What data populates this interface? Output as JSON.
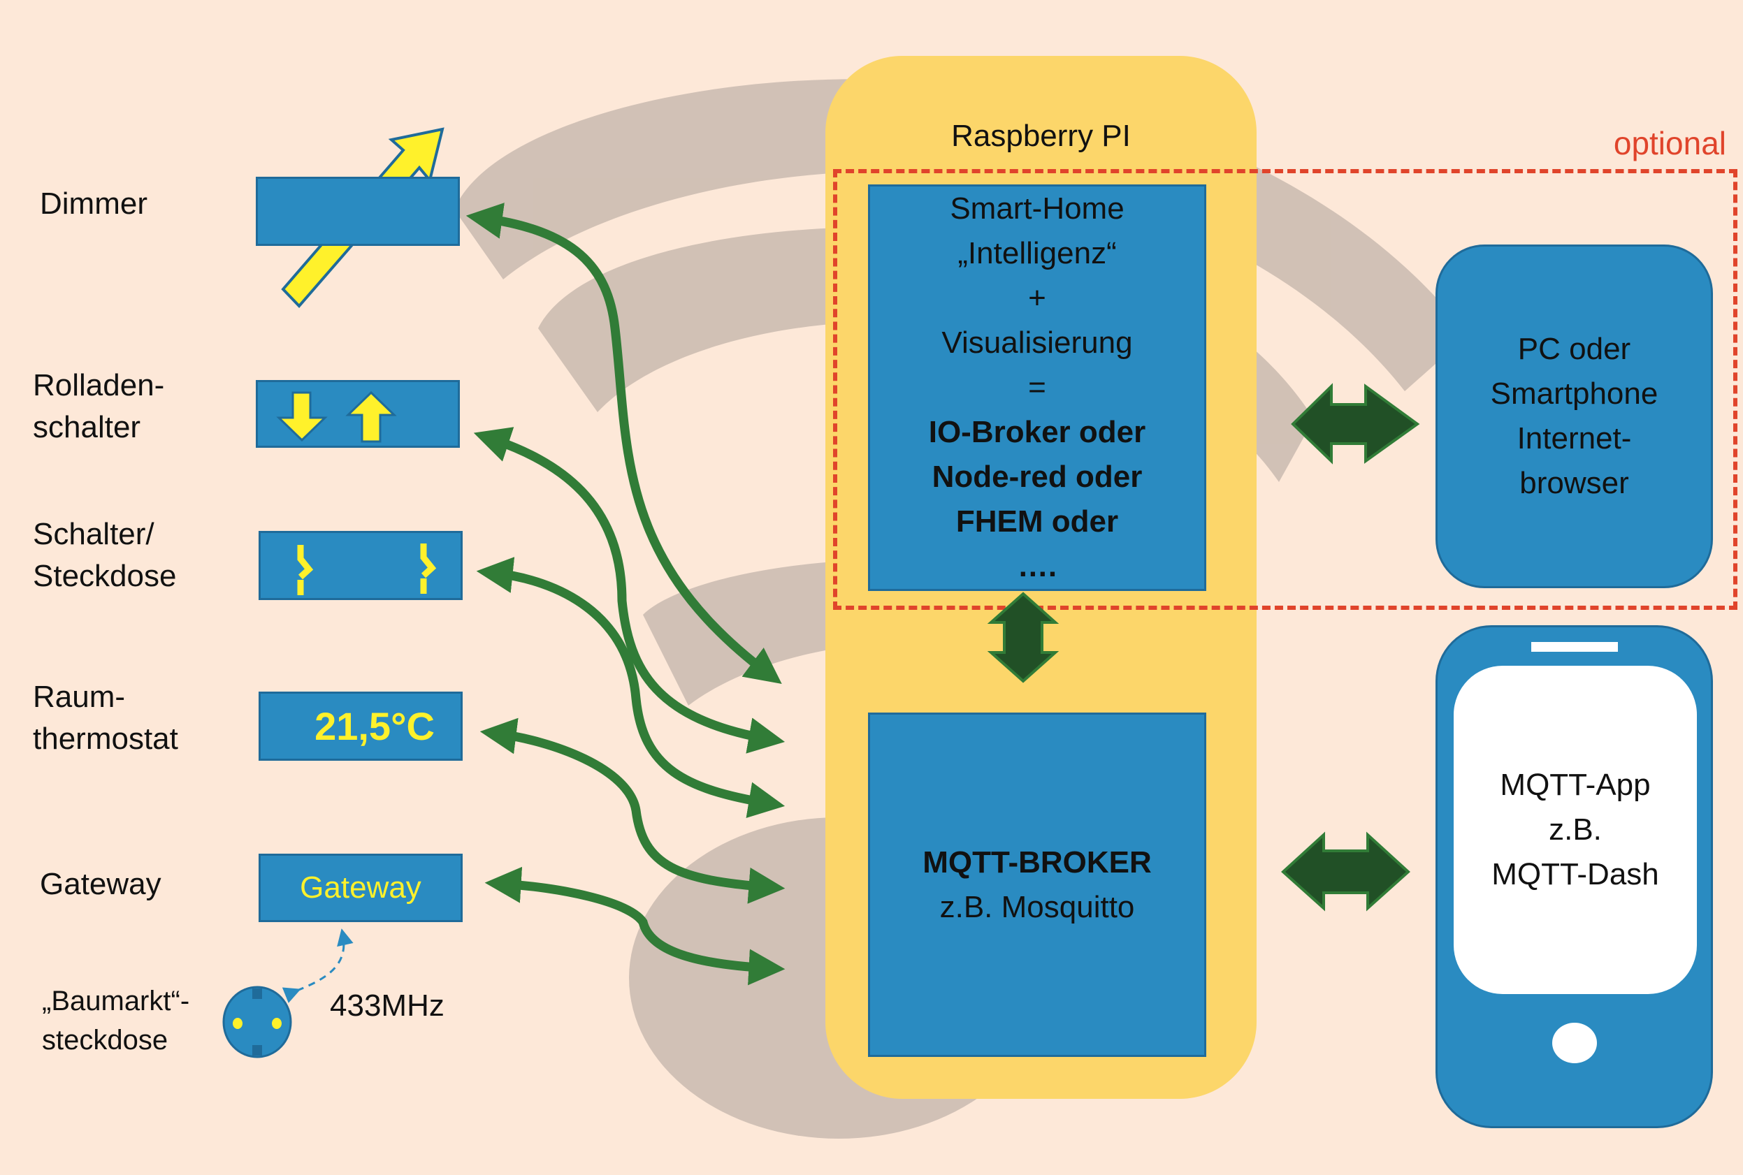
{
  "colors": {
    "background": "#fde8d8",
    "wifi_watermark": "#cfbfb4",
    "device_blue": "#2a8bc1",
    "device_border": "#1f6b9a",
    "accent_yellow": "#fff12b",
    "raspberry_yellow": "#fcd66a",
    "arrow_green": "#317c37",
    "bidir_dark_green": "#215026",
    "optional_red": "#e0442b"
  },
  "devices": [
    {
      "id": "dimmer",
      "label": "Dimmer",
      "icon": "dimmer-slider-arrow-icon"
    },
    {
      "id": "rolladen",
      "label": "Rolladen-\nschalter",
      "icon": "down-up-arrows-icon"
    },
    {
      "id": "schalter",
      "label": "Schalter/\nSteckdose",
      "icon": "switch-contacts-icon"
    },
    {
      "id": "thermostat",
      "label": "Raum-\nthermostat",
      "display": "21,5°C"
    },
    {
      "id": "gateway",
      "label": "Gateway",
      "display": "Gateway"
    }
  ],
  "socket": {
    "label": "„Baumarkt“-\nsteckdose",
    "frequency": "433MHz",
    "icon": "power-socket-icon"
  },
  "raspberry": {
    "title": "Raspberry PI",
    "smarthome": {
      "lines": [
        "Smart-Home",
        "„Intelligenz“",
        "+",
        "Visualisierung",
        "="
      ],
      "bold_lines": [
        "IO-Broker oder",
        "Node-red oder",
        "FHEM oder",
        "…."
      ]
    },
    "broker": {
      "title": "MQTT-BROKER",
      "subtitle": "z.B. Mosquitto"
    }
  },
  "optional_label": "optional",
  "pc": {
    "lines": [
      "PC oder",
      "Smartphone",
      "Internet-",
      "browser"
    ]
  },
  "phone": {
    "lines": [
      "MQTT-App",
      "z.B.",
      "MQTT-Dash"
    ]
  }
}
